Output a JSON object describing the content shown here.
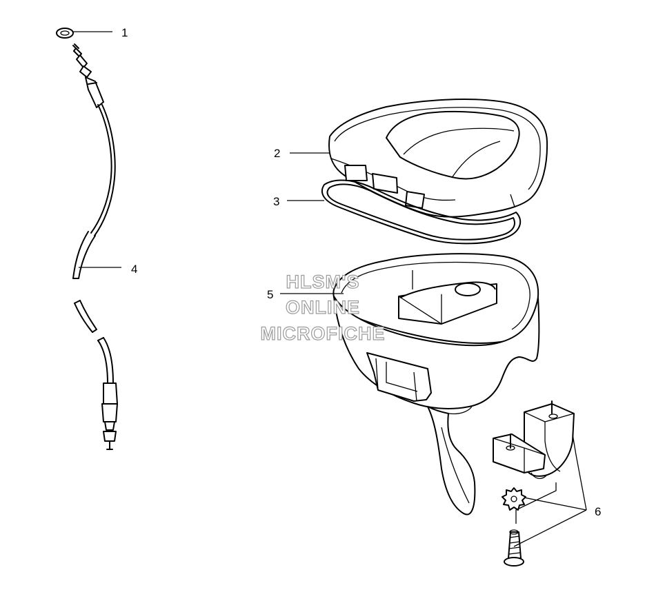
{
  "callouts": {
    "c1": "1",
    "c2": "2",
    "c3": "3",
    "c4": "4",
    "c5": "5",
    "c6": "6"
  },
  "watermark": {
    "line1": "HLSM'S",
    "line2": "ONLINE",
    "line3": "MICROFICHE"
  }
}
